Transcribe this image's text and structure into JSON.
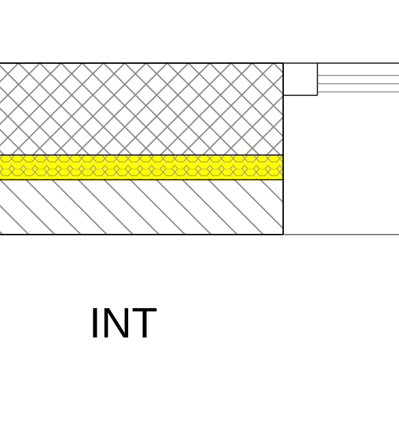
{
  "room_label": "INT",
  "layers": [
    {
      "name": "cross-hatch-layer",
      "pattern": "crosshatch",
      "fill": "#ffffff",
      "stroke": "#8c8c8c"
    },
    {
      "name": "insulation-layer",
      "pattern": "honeycomb",
      "fill": "#ffff00",
      "stroke": "#8c8c8c"
    },
    {
      "name": "diagonal-hatch-layer",
      "pattern": "diagonal",
      "fill": "#ffffff",
      "stroke": "#8c8c8c"
    }
  ],
  "colors": {
    "outline": "#000000",
    "hatch": "#8c8c8c",
    "insulation": "#ffff00",
    "background": "#ffffff"
  }
}
